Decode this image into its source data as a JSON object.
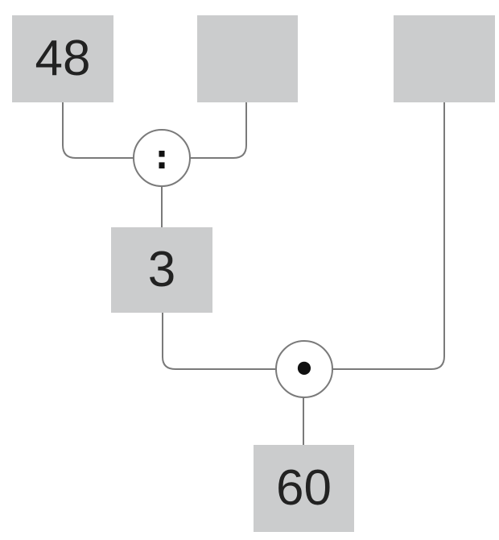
{
  "diagram": {
    "boxes": {
      "top_left": "48",
      "top_middle": "",
      "top_right": "",
      "middle": "3",
      "bottom": "60"
    },
    "operators": {
      "divide": ":",
      "multiply": "•"
    },
    "colors": {
      "box_fill": "#cbcccd",
      "line": "#7a7a7a",
      "text": "#222222"
    }
  }
}
